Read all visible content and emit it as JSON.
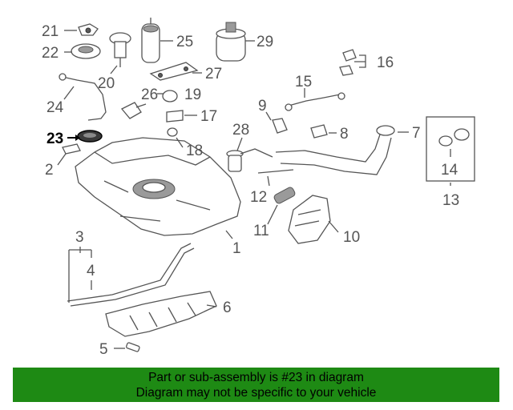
{
  "callouts": {
    "c1": "1",
    "c2": "2",
    "c3": "3",
    "c4": "4",
    "c5": "5",
    "c6": "6",
    "c7": "7",
    "c8": "8",
    "c9": "9",
    "c10": "10",
    "c11": "11",
    "c12": "12",
    "c13": "13",
    "c14": "14",
    "c15": "15",
    "c16": "16",
    "c17": "17",
    "c18": "18",
    "c19": "19",
    "c20": "20",
    "c21": "21",
    "c22": "22",
    "c23": "23",
    "c24": "24",
    "c25": "25",
    "c26": "26",
    "c27": "27",
    "c28": "28",
    "c29": "29"
  },
  "highlight_part": "23",
  "banner": {
    "line1": "Part or sub-assembly is #23 in diagram",
    "line2": "Diagram may not be specific to your vehicle",
    "color": "#1e8a14"
  }
}
